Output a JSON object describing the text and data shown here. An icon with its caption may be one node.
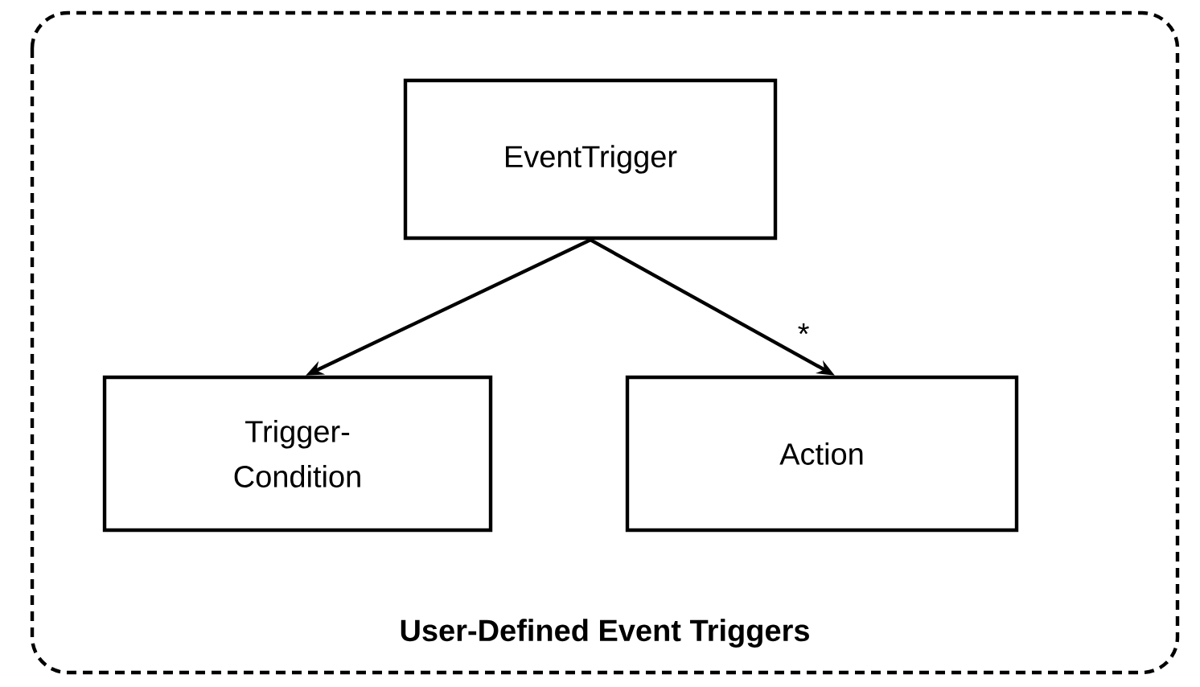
{
  "diagram": {
    "nodes": [
      {
        "text": [
          "User-Defined Event Triggers"
        ]
      },
      {
        "text": [
          "EventTrigger"
        ],
        "in": 0
      },
      {
        "text": [
          "Trigger- Condition"
        ],
        "in": 0
      },
      {
        "text": [
          "Action"
        ],
        "in": 0
      }
    ],
    "edges": [
      {
        "from": 1,
        "to": 2,
        "arrow": "to"
      },
      {
        "from": 1,
        "to": 3,
        "arrow": "to",
        "label": "*"
      }
    ]
  }
}
